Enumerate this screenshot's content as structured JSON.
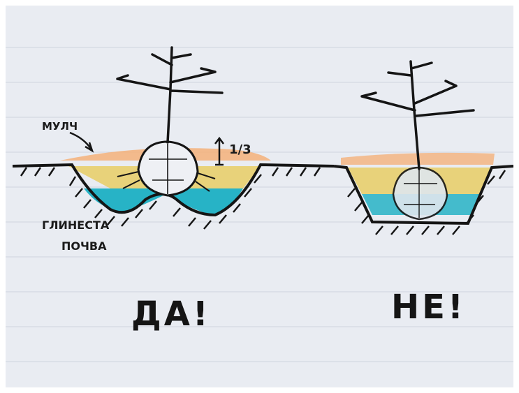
{
  "labels": {
    "mulch": "МУЛЧ",
    "fraction": "1/3",
    "clay_soil_line1": "ГЛИНЕСТА",
    "clay_soil_line2": "ПОЧВА",
    "yes": "ДА!",
    "no": "НЕ!"
  },
  "colors": {
    "paper": "#e9ecf2",
    "ink": "#151515",
    "mulch": "#f4b27a",
    "soil": "#e8d27a",
    "water": "#27b3c6",
    "grid_lines": "#c9ceda"
  }
}
